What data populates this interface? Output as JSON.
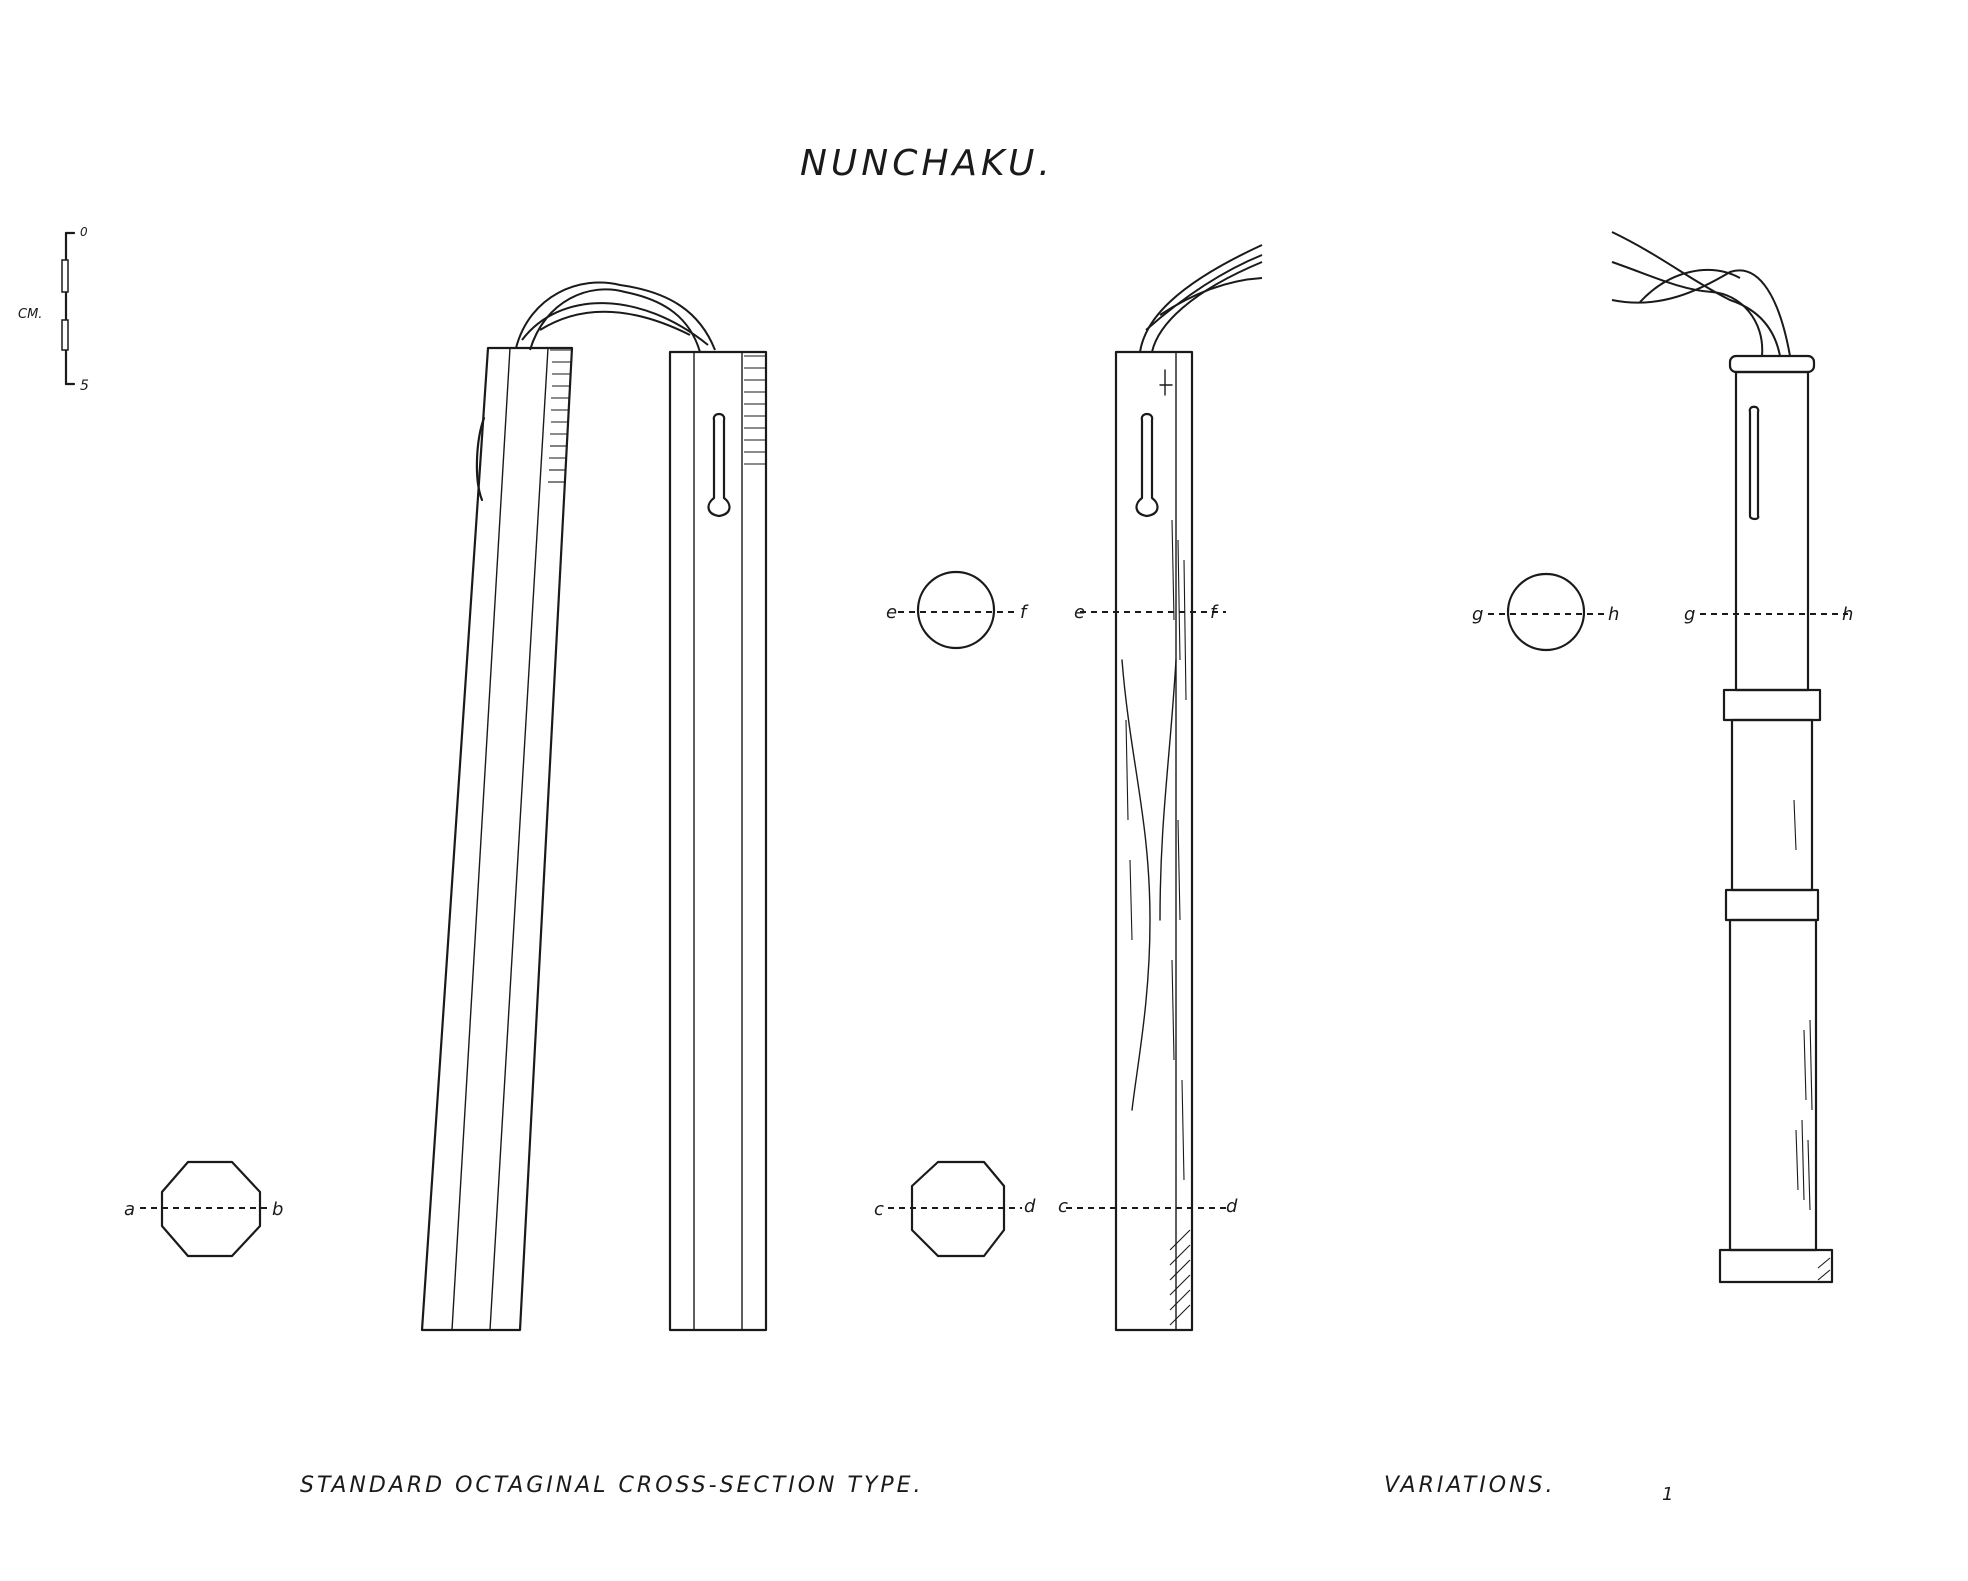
{
  "title": "NUNCHAKU.",
  "scale": {
    "unit": "CM.",
    "start": "0",
    "end": "5"
  },
  "captions": {
    "standard": "STANDARD OCTAGINAL CROSS-SECTION TYPE.",
    "variations": "VARIATIONS."
  },
  "sections": {
    "ab": {
      "left": "a",
      "right": "b"
    },
    "cd": {
      "left": "c",
      "right": "d"
    },
    "ef": {
      "left": "e",
      "right": "f"
    },
    "gh": {
      "left": "g",
      "right": "h"
    }
  },
  "stray_mark": "1"
}
